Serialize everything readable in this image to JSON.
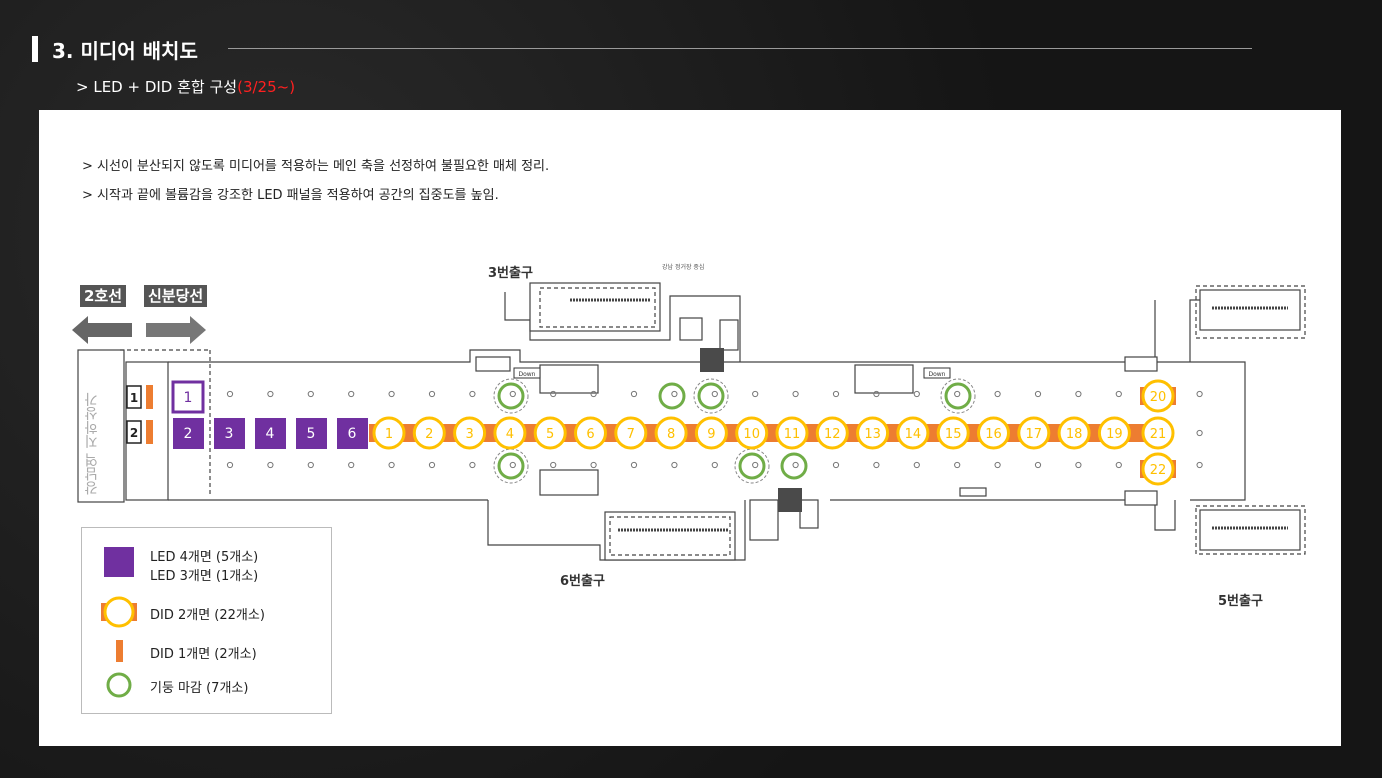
{
  "header": {
    "title": "3. 미디어 배치도",
    "subtitle_main": "> LED + DID 혼합 구성",
    "subtitle_accent": "(3/25~)"
  },
  "notes": [
    "> 시선이 분산되지 않도록 미디어를 적용하는 메인 축을 선정하여 불필요한 매체 정리.",
    "> 시작과 끝에 볼륨감을 강조한 LED 패널을 적용하여 공간의 집중도를 높임."
  ],
  "map": {
    "line2_tag": "2호선",
    "shinbundang_tag": "신분당선",
    "exit3": "3번출구",
    "exit6": "6번출구",
    "exit5": "5번출구",
    "mall_label": "강남역 지하상가",
    "small_top_label": "강남 정거장 중심",
    "down_sign": "Down",
    "did1_labels": [
      "1",
      "2"
    ],
    "led_labels": [
      "1",
      "2",
      "3",
      "4",
      "5",
      "6"
    ],
    "did2_labels": [
      "1",
      "2",
      "3",
      "4",
      "5",
      "6",
      "7",
      "8",
      "9",
      "10",
      "11",
      "12",
      "13",
      "14",
      "15",
      "16",
      "17",
      "18",
      "19",
      "20",
      "21",
      "22"
    ]
  },
  "legend": {
    "led_line1": "LED 4개면 (5개소)",
    "led_line2": "LED 3개면 (1개소)",
    "did2": "DID 2개면 (22개소)",
    "did1": "DID 1개면 (2개소)",
    "pillar": "기둥 마감 (7개소)"
  },
  "colors": {
    "led": "#7030a0",
    "did_ring": "#ffc000",
    "did_bar": "#ed7d31",
    "pillar": "#70ad47",
    "accent_red": "#ff2020"
  }
}
